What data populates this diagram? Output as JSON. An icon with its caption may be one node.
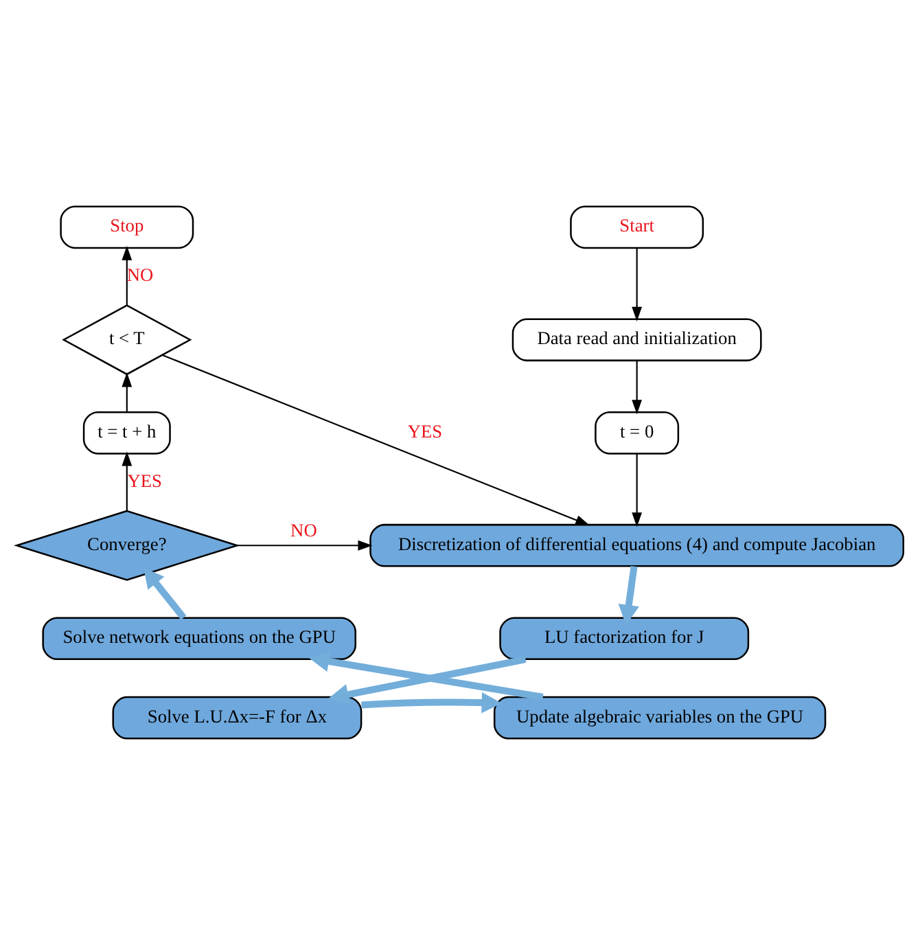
{
  "diagram": {
    "nodes": [
      {
        "text": [
          "Start"
        ]
      },
      {
        "text": [
          "Data read and initialization"
        ]
      },
      {
        "text": [
          "t = 0"
        ]
      },
      {
        "text": [
          "Discretization of differential equations (4) and compute Jacobian"
        ]
      },
      {
        "text": [
          "LU factorization for J"
        ]
      },
      {
        "text": [
          "Solve L.U.Δx=-F for Δx"
        ]
      },
      {
        "text": [
          "Update algebraic variables on the GPU"
        ]
      },
      {
        "text": [
          "Solve network equations on the GPU"
        ]
      },
      {
        "text": [
          "Converge?"
        ]
      },
      {
        "text": [
          "t = t + h"
        ]
      },
      {
        "text": [
          "t < T"
        ]
      },
      {
        "text": [
          "Stop"
        ]
      }
    ],
    "edges": [
      {
        "from": 0,
        "to": 1,
        "arrow": "to"
      },
      {
        "from": 1,
        "to": 2,
        "arrow": "to"
      },
      {
        "from": 2,
        "to": 3,
        "arrow": "to"
      },
      {
        "from": 3,
        "to": 4,
        "arrow": "to",
        "style": "thick",
        "color": "#73aedb"
      },
      {
        "from": 4,
        "to": 5,
        "arrow": "to",
        "style": "thick",
        "color": "#73aedb"
      },
      {
        "from": 5,
        "to": 6,
        "arrow": "to",
        "style": "thick",
        "color": "#73aedb"
      },
      {
        "from": 6,
        "to": 7,
        "arrow": "to",
        "style": "thick",
        "color": "#73aedb"
      },
      {
        "from": 7,
        "to": 8,
        "arrow": "to",
        "style": "thick",
        "color": "#73aedb"
      },
      {
        "from": 8,
        "to": 9,
        "arrow": "to",
        "label": "YES"
      },
      {
        "from": 9,
        "to": 10,
        "arrow": "to"
      },
      {
        "from": 10,
        "to": 11,
        "arrow": "to",
        "label": "NO"
      },
      {
        "from": 10,
        "to": 3,
        "arrow": "to",
        "label": "YES"
      },
      {
        "from": 8,
        "to": 3,
        "arrow": "to",
        "label": "NO"
      }
    ]
  }
}
